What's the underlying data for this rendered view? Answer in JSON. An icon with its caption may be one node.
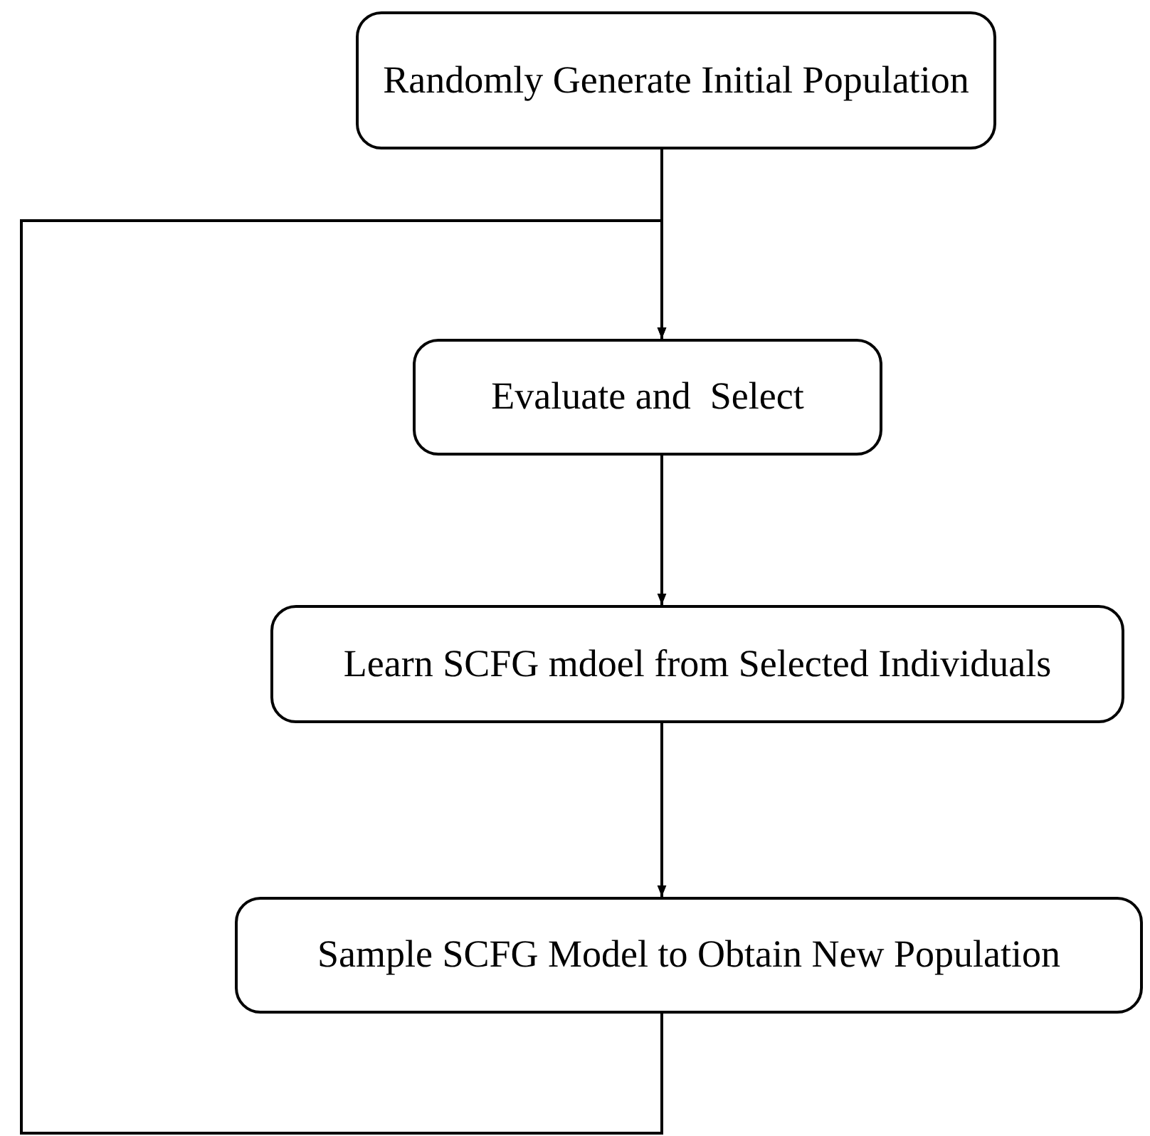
{
  "diagram": {
    "nodes": [
      {
        "text": [
          "Randomly Generate Initial Population"
        ]
      },
      {
        "text": [
          "Evaluate and  Select"
        ]
      },
      {
        "text": [
          "Learn SCFG mdoel from Selected Individuals"
        ]
      },
      {
        "text": [
          "Sample SCFG Model to Obtain New Population"
        ]
      }
    ],
    "edges": [
      {
        "from": 0,
        "to": 1,
        "arrow": "to"
      },
      {
        "from": 1,
        "to": 2,
        "arrow": "to"
      },
      {
        "from": 2,
        "to": 3,
        "arrow": "to"
      },
      {
        "from": 3,
        "to": 1,
        "arrow": "to"
      }
    ]
  }
}
